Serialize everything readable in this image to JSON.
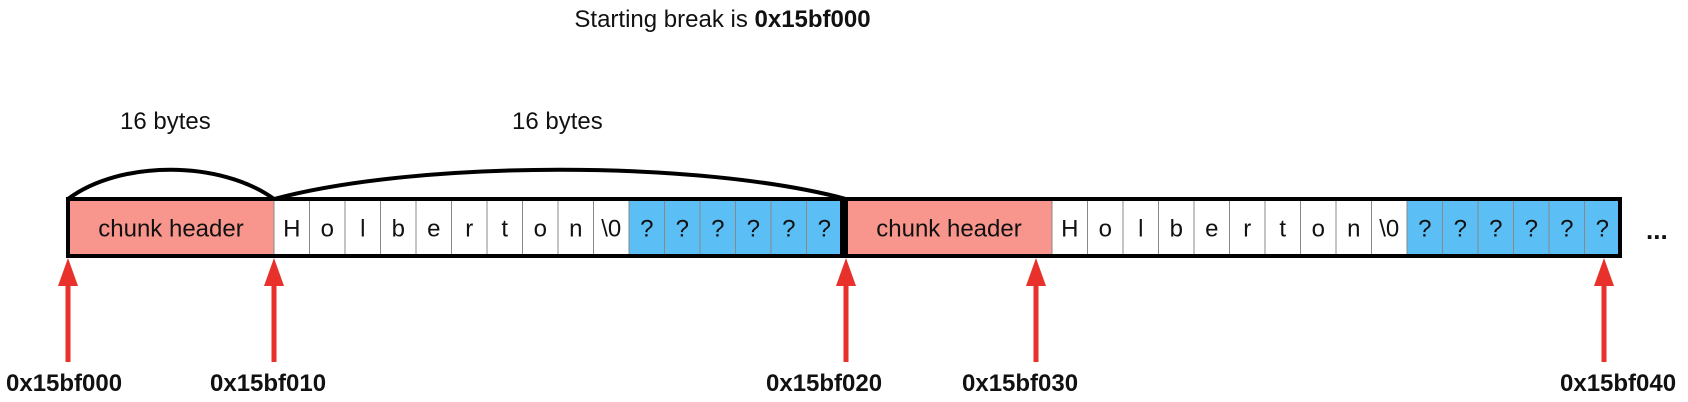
{
  "title": {
    "prefix": "Starting break is",
    "value": "0x15bf000"
  },
  "spans": [
    {
      "label": "16 bytes"
    },
    {
      "label": "16 bytes"
    }
  ],
  "chunks": [
    {
      "header_label": "chunk header",
      "cells": [
        "H",
        "o",
        "l",
        "b",
        "e",
        "r",
        "t",
        "o",
        "n",
        "\\0",
        "?",
        "?",
        "?",
        "?",
        "?",
        "?"
      ]
    },
    {
      "header_label": "chunk header",
      "cells": [
        "H",
        "o",
        "l",
        "b",
        "e",
        "r",
        "t",
        "o",
        "n",
        "\\0",
        "?",
        "?",
        "?",
        "?",
        "?",
        "?"
      ]
    }
  ],
  "addresses": [
    "0x15bf000",
    "0x15bf010",
    "0x15bf020",
    "0x15bf030",
    "0x15bf040"
  ],
  "ellipsis": "...",
  "colors": {
    "header": "#f8958c",
    "unknown": "#5bbef5",
    "arrow": "#e8312a",
    "cell": "#ffffff"
  }
}
